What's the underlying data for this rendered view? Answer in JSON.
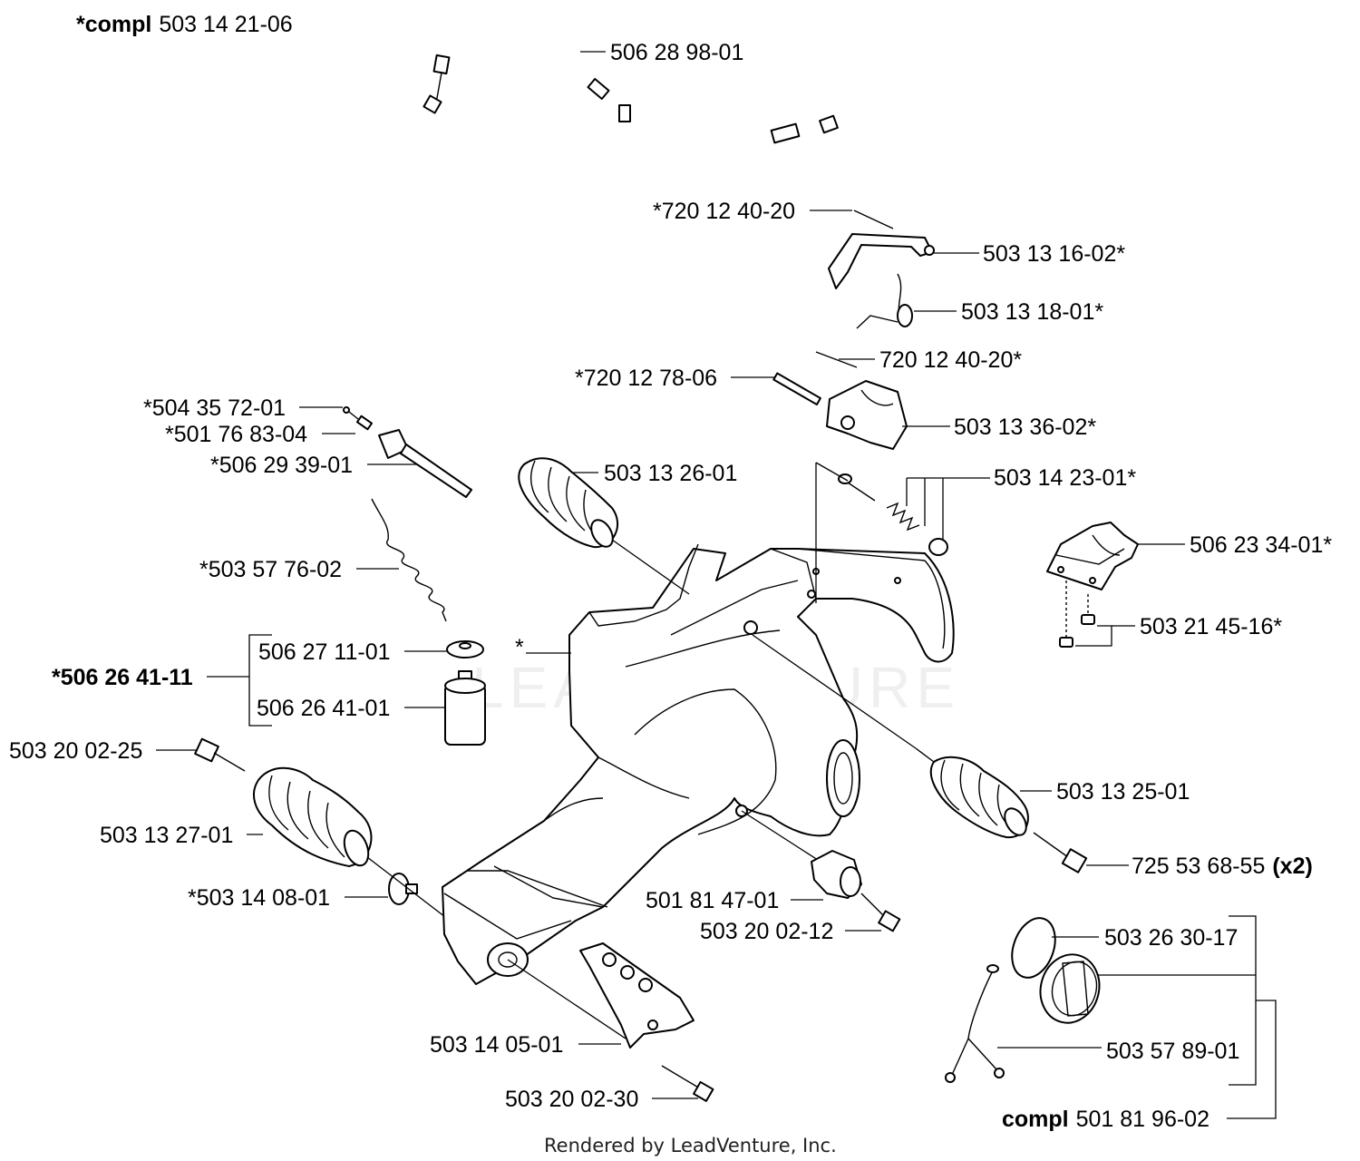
{
  "assembly": {
    "prefix": "*compl",
    "number": "503 14 21-06"
  },
  "watermark": "LEADVENTURE",
  "footer": "Rendered by LeadVenture, Inc.",
  "parts": {
    "p1": "506 28 98-01",
    "p2": "*720 12 40-20",
    "p3": "503 13 16-02*",
    "p4": "503 13 18-01*",
    "p5": "720 12 40-20*",
    "p6": "*720 12 78-06",
    "p7": "503 13 36-02*",
    "p8": "*504 35 72-01",
    "p9": "*501 76 83-04",
    "p10": "*506 29 39-01",
    "p11": "503 13 26-01",
    "p12": "503 14 23-01*",
    "p13": "506 23 34-01*",
    "p14": "*503 57 76-02",
    "p15": "*",
    "p16": "503 21 45-16*",
    "p17": "506 27 11-01",
    "p18": "*506 26 41-11",
    "p19": "506 26 41-01",
    "p20": "503 20 02-25",
    "p21": "503 13 25-01",
    "p22": "503 13 27-01",
    "p23": "725 53 68-55",
    "p23_suffix": "(x2)",
    "p24": "*503 14 08-01",
    "p25": "501 81 47-01",
    "p26": "503 20 02-12",
    "p27": "503 26 30-17",
    "p28": "503 14 05-01",
    "p29": "503 57 89-01",
    "p30": "503 20 02-30",
    "p31_prefix": "compl",
    "p31": "501 81 96-02"
  }
}
